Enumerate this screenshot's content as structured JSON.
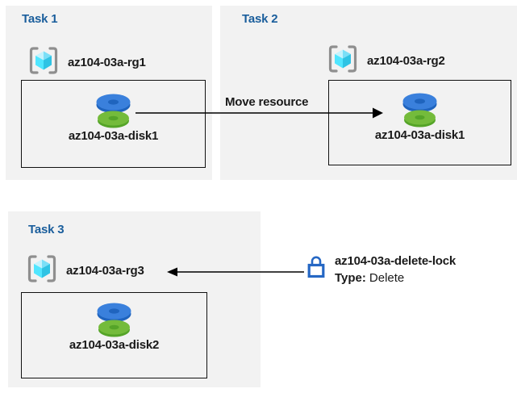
{
  "tasks": [
    {
      "title": "Task 1",
      "resource_group": "az104-03a-rg1",
      "resource": "az104-03a-disk1"
    },
    {
      "title": "Task 2",
      "resource_group": "az104-03a-rg2",
      "resource": "az104-03a-disk1"
    },
    {
      "title": "Task 3",
      "resource_group": "az104-03a-rg3",
      "resource": "az104-03a-disk2"
    }
  ],
  "arrows": {
    "move": {
      "label": "Move resource"
    },
    "lock": {
      "label": "az104-03a-delete-lock",
      "type_label": "Type:",
      "type_value": "Delete"
    }
  },
  "colors": {
    "panel_bg": "#F2F2F2",
    "title_blue": "#1A5E9C",
    "label_text": "#1A1A1A",
    "arrow_black": "#000000",
    "lock_blue": "#2567C4",
    "bracket_gray": "#8F8F8F",
    "cube_top": "#C5F3FD",
    "cube_top2": "#7ADFF7",
    "cube_left": "#50E6FF",
    "cube_right": "#2FC3E4",
    "disk_blue": "#3A80DC",
    "disk_blue_dark": "#1F64BE",
    "disk_green": "#74BB3B",
    "disk_green_dark": "#55A428"
  }
}
